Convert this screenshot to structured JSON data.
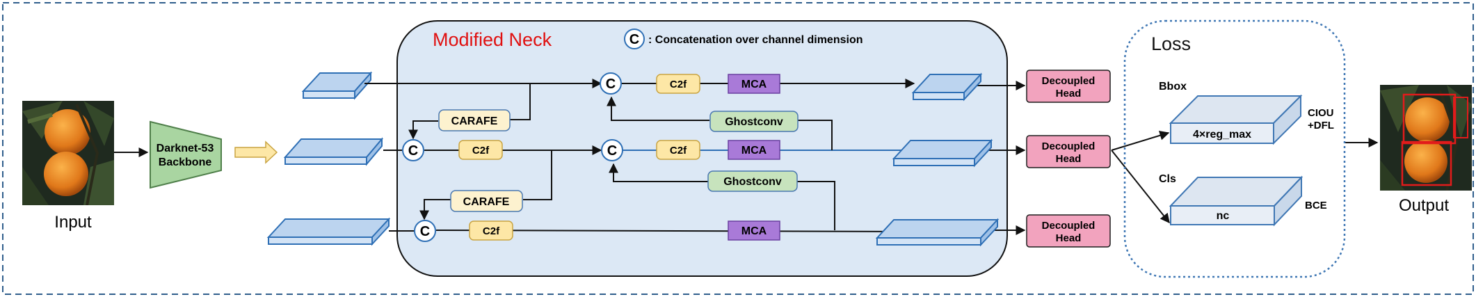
{
  "input": {
    "label": "Input"
  },
  "output": {
    "label": "Output"
  },
  "backbone": {
    "line1": "Darknet-53",
    "line2": "Backbone"
  },
  "neck": {
    "title": "Modified Neck",
    "legend_symbol": "C",
    "legend_text": ": Concatenation over channel dimension"
  },
  "blocks": {
    "concat": "C",
    "c2f": "C2f",
    "mca": "MCA",
    "carafe": "CARAFE",
    "ghostconv": "Ghostconv"
  },
  "heads": {
    "line1": "Decoupled",
    "line2": "Head"
  },
  "loss": {
    "title": "Loss",
    "bbox_label": "Bbox",
    "bbox_box": "4×reg_max",
    "bbox_loss_line1": "CIOU",
    "bbox_loss_line2": "+DFL",
    "cls_label": "Cls",
    "cls_box": "nc",
    "cls_loss": "BCE"
  },
  "colors": {
    "outer_border": "#2f5e8c",
    "neck_fill": "#dce8f5",
    "feature_fill": "#bcd4ef",
    "feature_stroke": "#2e6fb5",
    "backbone_fill": "#a9d5a1",
    "c2f_fill": "#fde7a6",
    "mca_fill": "#a97ad8",
    "carafe_fill": "#fdf2cf",
    "ghost_fill": "#c7e3bd",
    "head_fill": "#f2a3be",
    "title_red": "#e01010",
    "loss_border": "#3f77b4",
    "loss_box_fill": "#dde6f1"
  }
}
